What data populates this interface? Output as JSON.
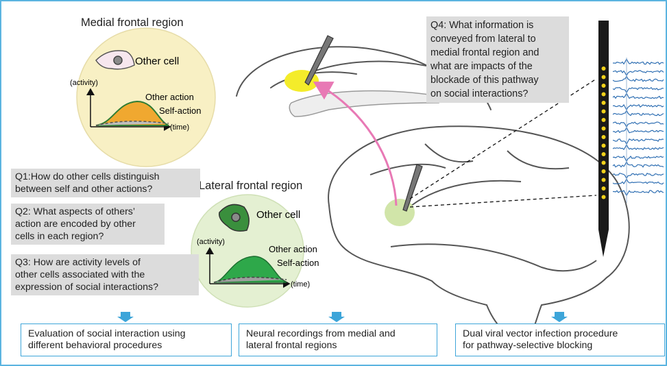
{
  "medial": {
    "title": "Medial frontal region",
    "cell_label": "Other cell",
    "activity": "(activity)",
    "time": "(time)",
    "other_action": "Other action",
    "self_action": "Self-action"
  },
  "lateral": {
    "title": "Lateral frontal region",
    "cell_label": "Other cell",
    "activity": "(activity)",
    "time": "(time)",
    "other_action": "Other action",
    "self_action": "Self-action"
  },
  "questions": {
    "q1_l1": "Q1:How do other cells distinguish",
    "q1_l2": "between self and other actions?",
    "q2_l1": "Q2: What aspects of others’",
    "q2_l2": "action are encoded by other",
    "q2_l3": "cells in each region?",
    "q3_l1": "Q3: How are activity levels of",
    "q3_l2": "other cells associated with the",
    "q3_l3": "expression of social interactions?",
    "q4_l1": "Q4: What information is",
    "q4_l2": "conveyed from lateral to",
    "q4_l3": "medial frontal region and",
    "q4_l4": "what are impacts of the",
    "q4_l5": "blockade of this pathway",
    "q4_l6": "on social interactions?"
  },
  "methods": {
    "m1_l1": "Evaluation of social interaction using",
    "m1_l2": "different behavioral procedures",
    "m2_l1": "Neural recordings from medial and",
    "m2_l2": "lateral frontal regions",
    "m3_l1": "Dual viral vector infection procedure",
    "m3_l2": "for pathway-selective blocking"
  },
  "colors": {
    "frame": "#5bb4e0",
    "medial_circle": "#f8f0c4",
    "lateral_circle": "#e4f0d2",
    "medial_curve": "#f0a830",
    "lateral_curve": "#2ea84a",
    "pathway_arrow": "#e879b5",
    "trace": "#2f6fb3",
    "electrode_dots": "#f2d21b",
    "down_arrow": "#3da5d9"
  }
}
